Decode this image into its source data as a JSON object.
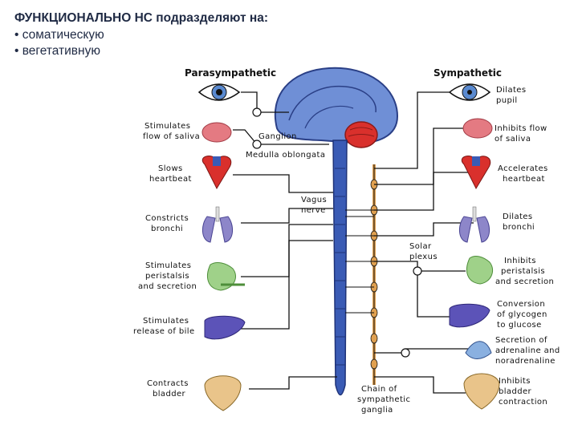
{
  "header": {
    "title": "ФУНКЦИОНАЛЬНО НС подразделяют на:",
    "bullets": [
      "• соматическую",
      "• вегетативную"
    ]
  },
  "diagram": {
    "parasympathetic_title": "Parasympathetic",
    "sympathetic_title": "Sympathetic",
    "ganglion": "Ganglion",
    "medulla": "Medulla oblongata",
    "vagus": [
      "Vagus",
      "nerve"
    ],
    "solar_plexus": [
      "Solar",
      "plexus"
    ],
    "chain": [
      "Chain of",
      "sympathetic",
      "ganglia"
    ],
    "left_labels": {
      "saliva": [
        "Stimulates",
        "flow of saliva"
      ],
      "heart": [
        "Slows",
        "heartbeat"
      ],
      "bronchi": [
        "Constricts",
        "bronchi"
      ],
      "peristalsis": [
        "Stimulates",
        "peristalsis",
        "and secretion"
      ],
      "bile": [
        "Stimulates",
        "release of bile"
      ],
      "bladder": [
        "Contracts",
        "bladder"
      ]
    },
    "right_labels": {
      "pupil": [
        "Dilates",
        "pupil"
      ],
      "saliva": [
        "Inhibits flow",
        "of saliva"
      ],
      "heart": [
        "Accelerates",
        "heartbeat"
      ],
      "bronchi": [
        "Dilates",
        "bronchi"
      ],
      "peristalsis": [
        "Inhibits",
        "peristalsis",
        "and secretion"
      ],
      "glycogen": [
        "Conversion",
        "of glycogen",
        "to glucose"
      ],
      "adrenaline": [
        "Secretion of",
        "adrenaline and",
        "noradrenaline"
      ],
      "bladder": [
        "Inhibits",
        "bladder",
        "contraction"
      ]
    }
  },
  "colors": {
    "spinal": "#3a5bb5",
    "brain": "#6f8fd6",
    "cerebellum": "#d9302c",
    "sympathetic_chain": "#e0a050",
    "nerve_line": "#111111"
  }
}
